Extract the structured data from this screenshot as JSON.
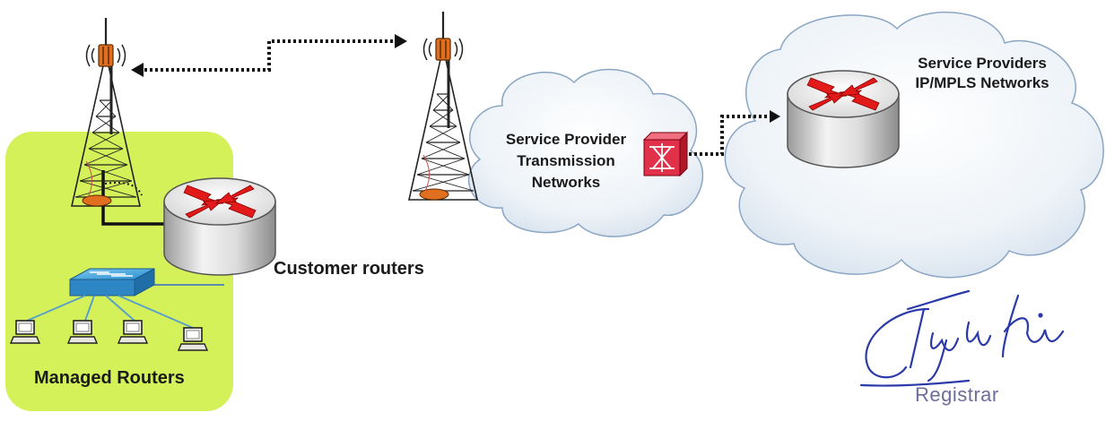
{
  "labels": {
    "managed_routers": "Managed Routers",
    "customer_routers": "Customer routers",
    "transmission_line1": "Service Provider",
    "transmission_line2": "Transmission",
    "transmission_line3": "Networks",
    "ipmpls_line1": "Service Providers",
    "ipmpls_line2": "IP/MPLS Networks",
    "registrar": "Registrar"
  },
  "colors": {
    "managed_zone": "#d4f15a",
    "router_arrow": "#e31a1a",
    "tower_head": "#e07020",
    "switch": "#3aa0d8",
    "mux": "#e0304a",
    "signature": "#2b3aa8",
    "cloud_stroke": "#8aa6c4"
  },
  "icons": [
    "radio-tower-icon",
    "router-icon",
    "switch-icon",
    "computer-icon",
    "multiplexer-icon",
    "cloud-icon",
    "signature-icon"
  ]
}
